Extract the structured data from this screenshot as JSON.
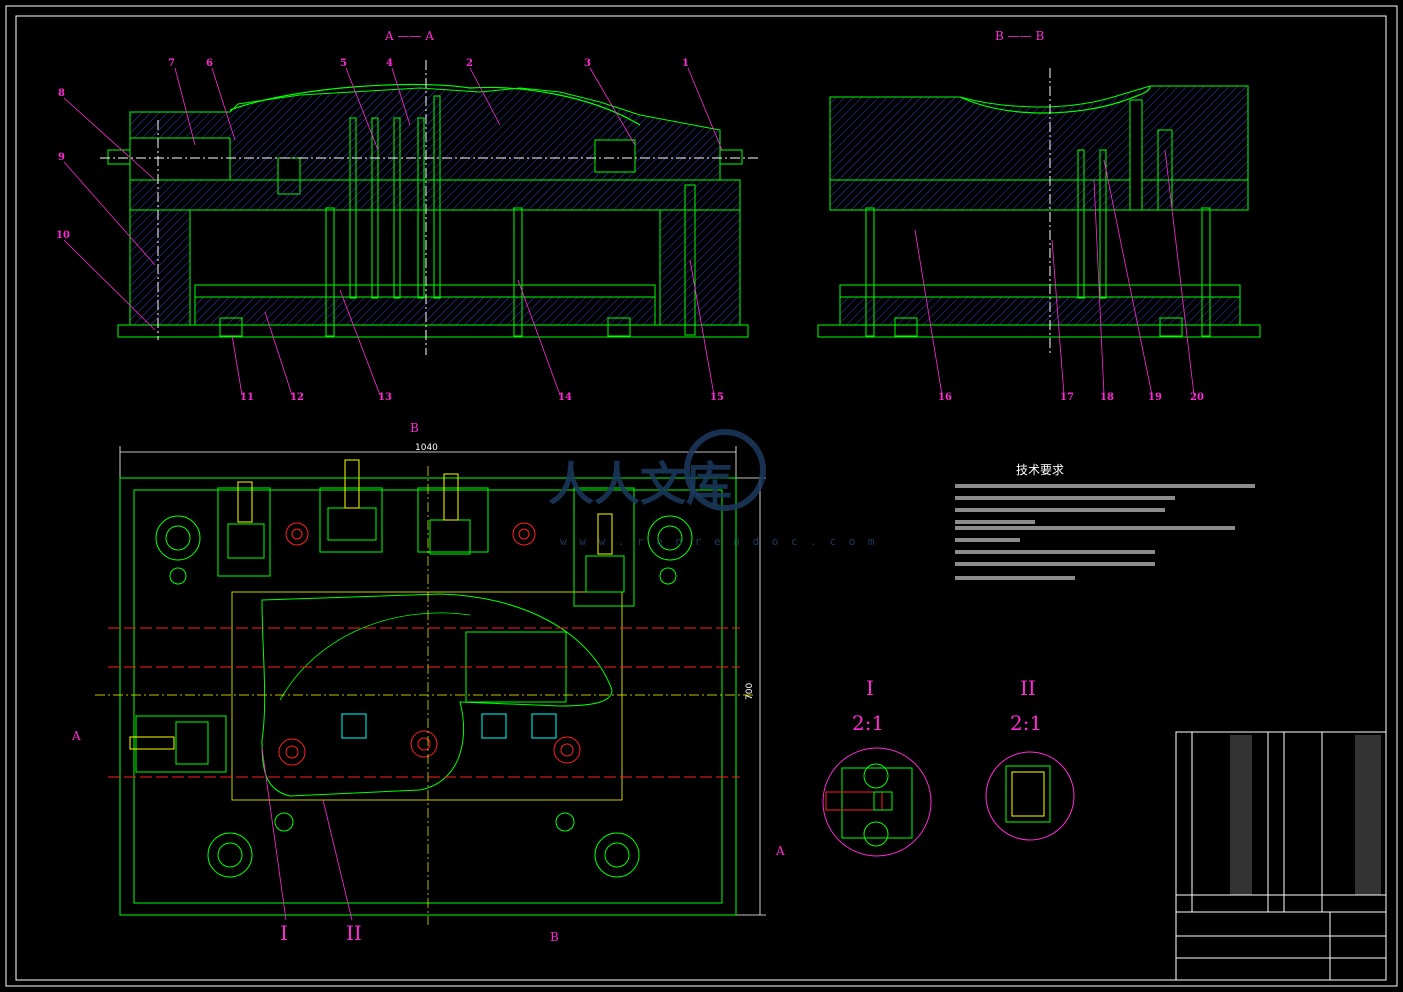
{
  "views": {
    "section_aa": "A —— A",
    "section_bb": "B —— B",
    "arrow_a_left": "A",
    "arrow_a_right": "A",
    "arrow_b_top": "B",
    "arrow_b_bottom": "B"
  },
  "part_labels_aa": [
    "8",
    "7",
    "6",
    "5",
    "4",
    "3",
    "2",
    "1",
    "9",
    "10",
    "11",
    "12",
    "13",
    "14",
    "15"
  ],
  "part_labels_bb": [
    "16",
    "17",
    "18",
    "19",
    "20"
  ],
  "detail_labels": {
    "d1": "I",
    "d2": "II",
    "d1_scale": "2:1",
    "d2_scale": "2:1",
    "ref1": "I",
    "ref2": "II"
  },
  "dimensions": {
    "width": "1040",
    "height": "700"
  },
  "technical_requirements": {
    "title": "技术要求"
  },
  "watermark": {
    "text": "人人文库",
    "url": "w w w . r e n r e n d o c . c o m"
  },
  "colors": {
    "frame": "#ffffff",
    "outline": "#00ff00",
    "hatch": "#3b4bd8",
    "center": "#ffff00",
    "label": "#ff2bd6",
    "heater": "#ff2020",
    "cyan": "#00ffff"
  }
}
